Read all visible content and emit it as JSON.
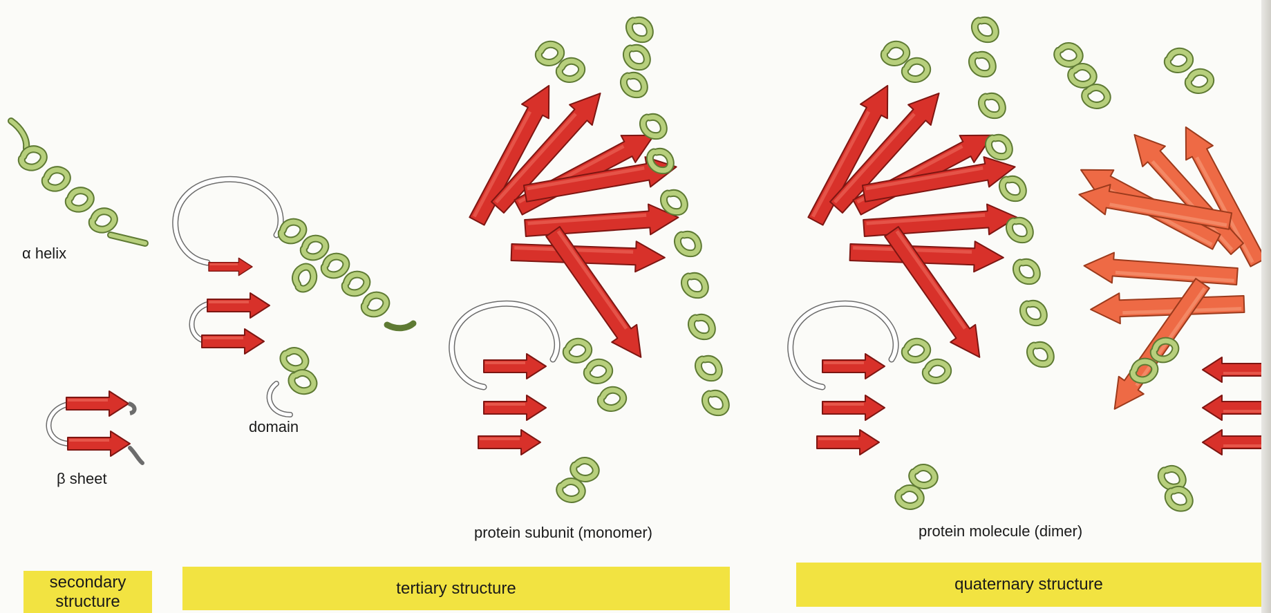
{
  "labels": {
    "alpha_helix": "α helix",
    "beta_sheet": "β sheet",
    "domain": "domain",
    "monomer": "protein subunit (monomer)",
    "dimer": "protein molecule (dimer)"
  },
  "bands": {
    "secondary_line1": "secondary",
    "secondary_line2": "structure",
    "tertiary": "tertiary structure",
    "quaternary": "quaternary structure"
  },
  "colors": {
    "band_yellow": "#f2e341",
    "helix_green": "#a9c46e",
    "strand_red": "#d8312a",
    "strand_orange": "#ee6a45",
    "coil": "#ffffff"
  }
}
